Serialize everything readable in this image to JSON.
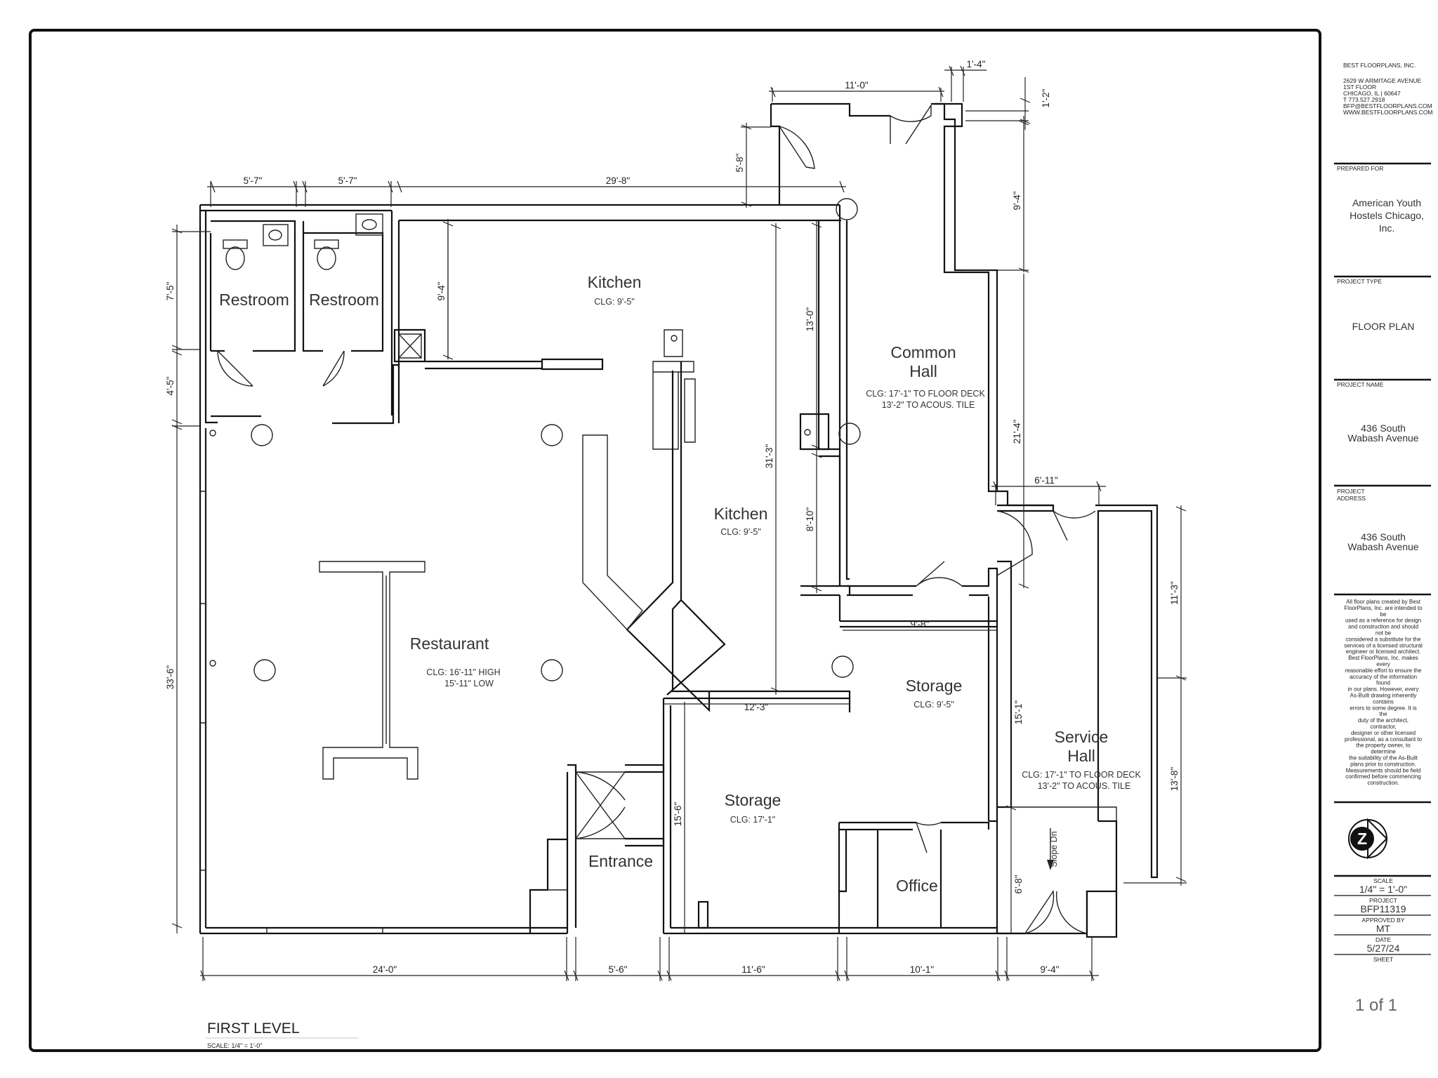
{
  "firm": {
    "name": "BEST FLOORPLANS, INC.",
    "address_lines": [
      "2629 W ARMITAGE AVENUE",
      "1ST FLOOR",
      "CHICAGO, IL | 60647",
      "T 773.527.2918",
      "BFP@BESTFLOORPLANS.COM",
      "WWW.BESTFLOORPLANS.COM"
    ]
  },
  "title_block": {
    "prepared_for_label": "PREPARED FOR",
    "prepared_for": [
      "American Youth",
      "Hostels Chicago,",
      "Inc."
    ],
    "project_type_label": "PROJECT TYPE",
    "project_type": "FLOOR PLAN",
    "project_name_label": "PROJECT NAME",
    "project_name": [
      "436 South",
      "Wabash Avenue"
    ],
    "project_address_label": [
      "PROJECT",
      "ADDRESS"
    ],
    "project_address": [
      "436 South",
      "Wabash Avenue"
    ],
    "disclaimer": [
      "All floor plans created by Best",
      "FloorPlans, Inc. are intended to",
      "be",
      "used as a reference for design",
      "and construction and should",
      "not be",
      "considered a substitute for the",
      "services of a licensed structural",
      "engineer or licensed architect.",
      "Best FloorPlans, Inc. makes",
      "every",
      "reasonable effort to ensure the",
      "accuracy of the information",
      "found",
      "in our plans. However, every",
      "As-Built drawing inherently",
      "contains",
      "errors to some degree. It is",
      "the",
      "duty of the architect,",
      "contractor,",
      "designer or other licensed",
      "professional, as a consultant to",
      "the property owner, to",
      "determine",
      "the suitability of the As-Built",
      "plans prior to construction.",
      "Measurements should be field",
      "confirmed before commencing",
      "construction."
    ],
    "north_letter": "Z",
    "scale_label": "SCALE",
    "scale": "1/4\" = 1'-0\"",
    "project_label": "PROJECT",
    "project_no": "BFP11319",
    "approved_label": "APPROVED BY",
    "approved_by": "MT",
    "date_label": "DATE",
    "date": "5/27/24",
    "sheet_label": "SHEET",
    "sheet": "1 of 1"
  },
  "plan_title": "FIRST LEVEL",
  "plan_scale": "SCALE: 1/4\" = 1'-0\"",
  "rooms": {
    "restroom_1": "Restroom",
    "restroom_2": "Restroom",
    "kitchen_1": "Kitchen",
    "kitchen_1_clg": "CLG: 9'-5\"",
    "kitchen_2": "Kitchen",
    "kitchen_2_clg": "CLG: 9'-5\"",
    "common_hall": [
      "Common",
      "Hall"
    ],
    "common_hall_clg": [
      "CLG: 17'-1\" TO FLOOR DECK",
      "13'-2\" TO ACOUS. TILE"
    ],
    "restaurant": "Restaurant",
    "restaurant_clg": [
      "CLG: 16'-11\" HIGH",
      "15'-11\" LOW"
    ],
    "storage_1": "Storage",
    "storage_1_clg": "CLG: 9'-5\"",
    "storage_2": "Storage",
    "storage_2_clg": "CLG: 17'-1\"",
    "service_hall": [
      "Service",
      "Hall"
    ],
    "service_hall_clg": [
      "CLG: 17'-1\" TO FLOOR DECK",
      "13'-2\" TO ACOUS. TILE"
    ],
    "entrance": "Entrance",
    "office": "Office",
    "slope": "Slope Dn"
  },
  "dimensions": {
    "d_5_7_a": "5'-7\"",
    "d_5_7_b": "5'-7\"",
    "d_29_8": "29'-8\"",
    "d_11_0": "11'-0\"",
    "d_1_4": "1'-4\"",
    "d_1_2": "1'-2\"",
    "d_5_8": "5'-8\"",
    "d_9_4_top": "9'-4\"",
    "d_9_4_kitchen": "9'-4\"",
    "d_7_5": "7'-5\"",
    "d_4_5": "4'-5\"",
    "d_33_6": "33'-6\"",
    "d_13_0": "13'-0\"",
    "d_8_10": "8'-10\"",
    "d_31_3": "31'-3\"",
    "d_21_4": "21'-4\"",
    "d_6_11": "6'-11\"",
    "d_9_8": "9'-8\"",
    "d_12_3": "12'-3\"",
    "d_11_3": "11'-3\"",
    "d_15_1": "15'-1\"",
    "d_13_8": "13'-8\"",
    "d_15_6": "15'-6\"",
    "d_6_8": "6'-8\"",
    "d_24_0": "24'-0\"",
    "d_5_6": "5'-6\"",
    "d_11_6": "11'-6\"",
    "d_10_1": "10'-1\"",
    "d_9_4_bottom": "9'-4\""
  }
}
